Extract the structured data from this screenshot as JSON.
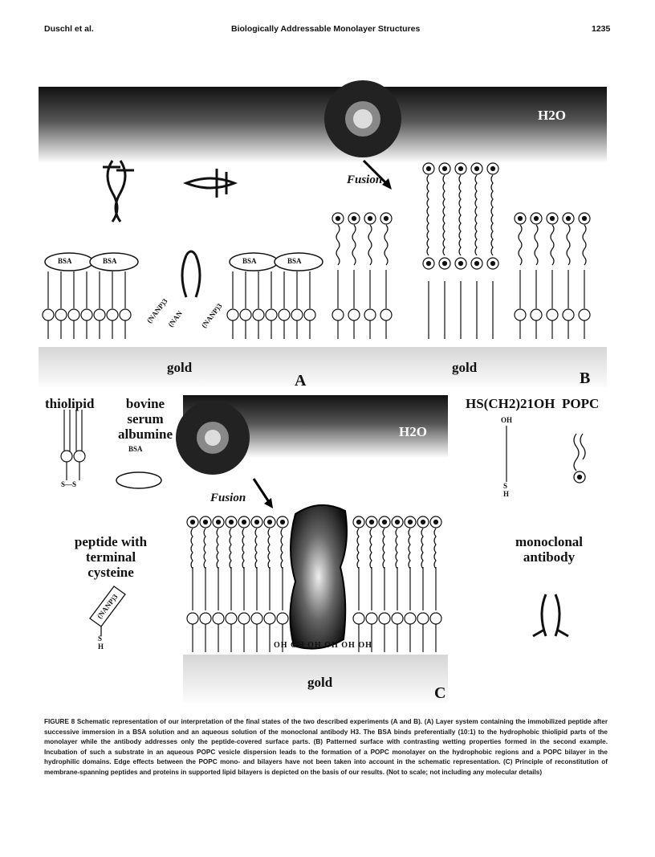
{
  "header": {
    "authors": "Duschl et al.",
    "title": "Biologically Addressable Monolayer Structures",
    "page_number": "1235"
  },
  "figure": {
    "water_label_top": "H2O",
    "water_label_c": "H2O",
    "fusion_label": "Fusion",
    "gold_label": "gold",
    "panel_a": "A",
    "panel_b": "B",
    "panel_c": "C",
    "bsa_label": "BSA",
    "peptide_tag": "(NANP)3",
    "peptide_tag_short": "(NAN",
    "hydroxyl": "OH",
    "sulfur": "S",
    "hydrogen": "H",
    "legend": {
      "thiolipid": "thiolipid",
      "bsa_line1": "bovine",
      "bsa_line2": "serum",
      "bsa_line3": "albumine",
      "alcohol": "HS(CH2)21OH",
      "popc": "POPC",
      "peptide_line1": "peptide with",
      "peptide_line2": "terminal",
      "peptide_line3": "cysteine",
      "antibody_line1": "monoclonal",
      "antibody_line2": "antibody",
      "ss": "S—S"
    }
  },
  "caption": {
    "figure_label": "FIGURE 8",
    "text": "Schematic representation of our interpretation of the final states of the two described experiments (A and B). (A) Layer system containing the immobilized peptide after successive immersion in a BSA solution and an aqueous solution of the monoclonal antibody H3. The BSA binds preferentially (10:1) to the hydrophobic thiolipid parts of the monolayer while the antibody addresses only the peptide-covered surface parts. (B) Patterned surface with contrasting wetting properties formed in the second example. Incubation of such a substrate in an aqueous POPC vesicle dispersion leads to the formation of a POPC monolayer on the hydrophobic regions and a POPC bilayer in the hydrophilic domains. Edge effects between the POPC mono- and bilayers have not been taken into account in the schematic representation. (C) Principle of reconstitution of membrane-spanning peptides and proteins in supported lipid bilayers is depicted on the basis of our results. (Not to scale; not including any molecular details)"
  }
}
